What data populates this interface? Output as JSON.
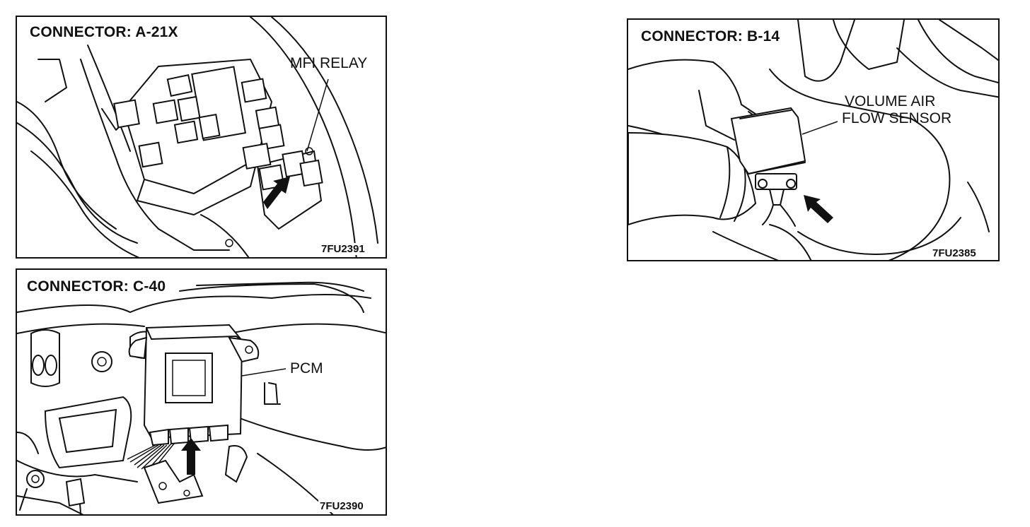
{
  "panels": {
    "a": {
      "title": "CONNECTOR: A-21X",
      "label": "MFI RELAY",
      "fig_id": "7FU2391"
    },
    "b": {
      "title": "CONNECTOR: B-14",
      "label_line1": "VOLUME AIR",
      "label_line2": "FLOW SENSOR",
      "fig_id": "7FU2385"
    },
    "c": {
      "title": "CONNECTOR: C-40",
      "label": "PCM",
      "fig_id": "7FU2390"
    }
  }
}
